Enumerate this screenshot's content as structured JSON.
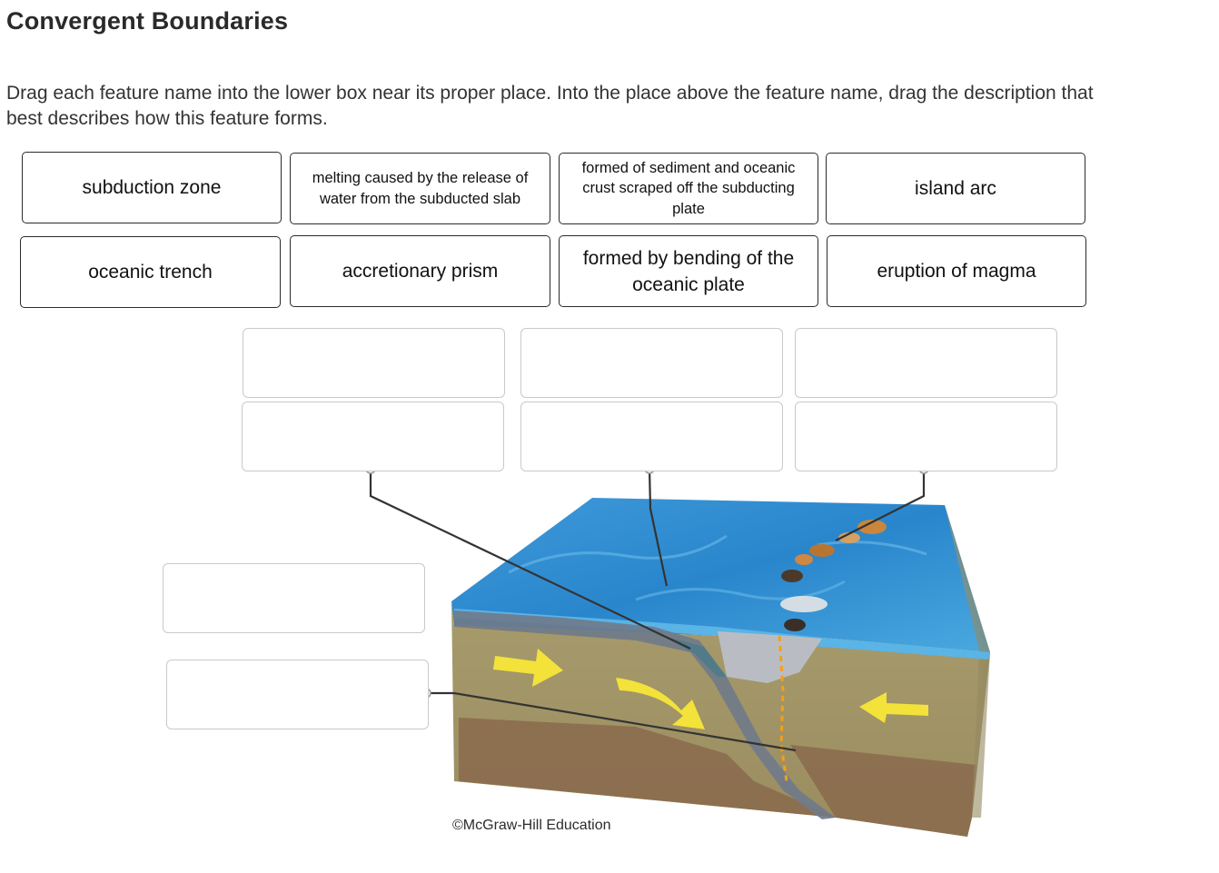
{
  "page": {
    "title": "Convergent Boundaries",
    "instructions": "Drag each feature name into the lower box near its proper place. Into the place above the feature name, drag the description that best describes how this feature forms."
  },
  "bank": {
    "row1": [
      "subduction zone",
      "melting caused by the release of water from the subducted slab",
      "formed of sediment and oceanic crust scraped off the subducting plate",
      "island arc"
    ],
    "row2": [
      "oceanic trench",
      "accretionary prism",
      "formed by bending of the oceanic plate",
      "eruption of magma"
    ]
  },
  "diagram": {
    "credit": "©McGraw-Hill Education",
    "colors": {
      "ocean": "#2e8fd1",
      "ocean_light": "#5ab4e6",
      "sediment": "#a3976a",
      "mantle": "#8a6a4c",
      "arrow": "#f2e23a",
      "leader_line": "#333333"
    }
  }
}
